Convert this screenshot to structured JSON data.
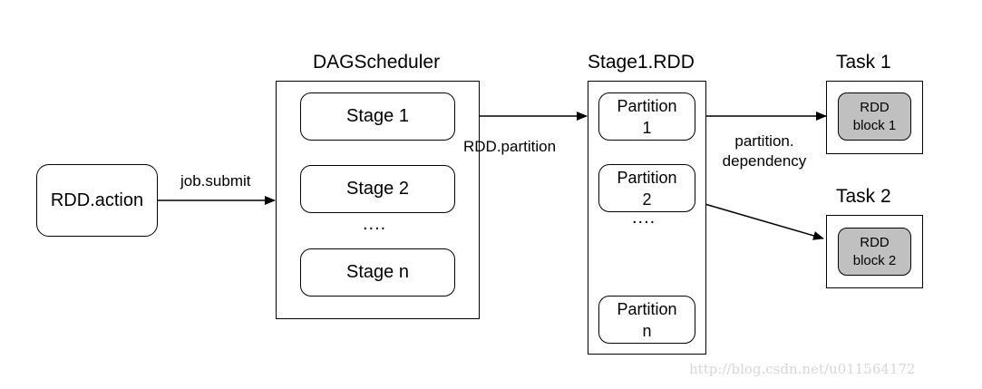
{
  "rdd_action": "RDD.action",
  "job_submit": "job.submit",
  "dag": {
    "title": "DAGScheduler",
    "stages": [
      "Stage 1",
      "Stage 2",
      "Stage n"
    ],
    "ellipsis": "...."
  },
  "rdd_partition_label": "RDD.partition",
  "stage_rdd": {
    "title": "Stage1.RDD",
    "partitions": [
      {
        "name": "Partition",
        "index": "1"
      },
      {
        "name": "Partition",
        "index": "2"
      },
      {
        "name": "Partition",
        "index": "n"
      }
    ],
    "ellipsis": "...."
  },
  "dependency_label": {
    "line1": "partition.",
    "line2": "dependency"
  },
  "tasks": [
    {
      "title": "Task 1",
      "block_line1": "RDD",
      "block_line2": "block 1"
    },
    {
      "title": "Task 2",
      "block_line1": "RDD",
      "block_line2": "block 2"
    }
  ],
  "watermark": "http://blog.csdn.net/u011564172"
}
